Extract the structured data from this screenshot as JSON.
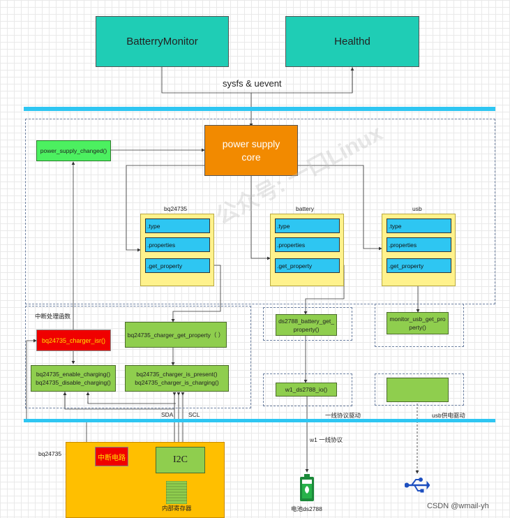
{
  "top_boxes": {
    "battery_monitor": "BatterryMonitor",
    "healthd": "Healthd"
  },
  "sysfs_label": "sysfs & uevent",
  "core": {
    "line1": "power supply",
    "line2": "core"
  },
  "power_supply_changed": "power_supply_changed()",
  "cards": [
    {
      "title": "bq24735",
      "fields": [
        ".type",
        ".properties",
        ".get_property"
      ]
    },
    {
      "title": "battery",
      "fields": [
        ".type",
        ".properties",
        ".get_property"
      ]
    },
    {
      "title": "usb",
      "fields": [
        ".type",
        ".properties",
        ".get_property"
      ]
    }
  ],
  "interrupt_group_label": "中断处理函数",
  "charger_isr": "bq24735_charger_isr()",
  "charging": {
    "line1": "bq24735_enable_charging()",
    "line2": "bq24735_disable_charging()"
  },
  "charger_get_property": "bq24735_charger_get_property（ ）",
  "charger_is": {
    "line1": "bq24735_charger_is_present()",
    "line2": "bq24735_charger_is_charging()"
  },
  "ds2788_get": {
    "line1": "ds2788_battery_get_",
    "line2": "property()"
  },
  "w1_io": "w1_ds2788_io()",
  "monitor_usb": {
    "line1": "monitor_usb_get_pro",
    "line2": "perty()"
  },
  "sda": "SDA",
  "scl": "SCL",
  "one_wire_driver": "一线协议驱动",
  "usb_driver": "usb供电驱动",
  "chip_label": "bq24735",
  "interrupt_circuit": "中断电路",
  "i2c": "I2C",
  "internal_registers": "内部寄存器",
  "one_wire_protocol": "w1 一线协议",
  "battery_ds2788": "电池ds2788",
  "watermark": "公众号: 一口Linux",
  "csdn": "CSDN @wmail-yh",
  "colors": {
    "teal": "#1fcdb5",
    "orange": "#f28a00",
    "blue_bus": "#2ec6f2",
    "green": "#8fce4e",
    "red": "#f00000",
    "yellow_chip": "#ffbf00"
  }
}
